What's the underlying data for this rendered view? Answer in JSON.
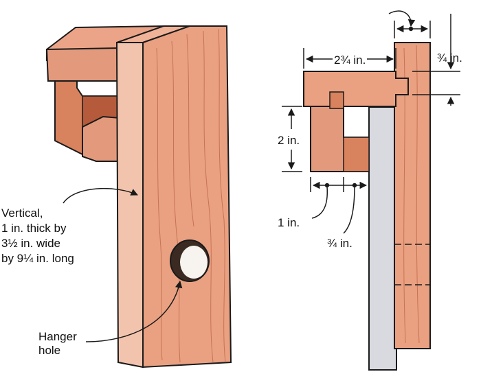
{
  "labels": {
    "vertical_line1": "Vertical,",
    "vertical_line2": "1 in. thick by",
    "vertical_line3": "3½ in. wide",
    "vertical_line4": "by 9¼ in. long",
    "hanger_line1": "Hanger",
    "hanger_line2": "hole"
  },
  "dimensions": {
    "overhang_width": "2¾ in.",
    "top_thickness": "¾ in.",
    "block_height": "2 in.",
    "block_width": "1 in.",
    "gap_width": "¾ in."
  },
  "colors": {
    "wood": "#e8a080",
    "wood_dark": "#c8704e",
    "wood_grain": "#b8603e",
    "gray_board": "#d8dae0",
    "ink": "#1a1a1a"
  }
}
